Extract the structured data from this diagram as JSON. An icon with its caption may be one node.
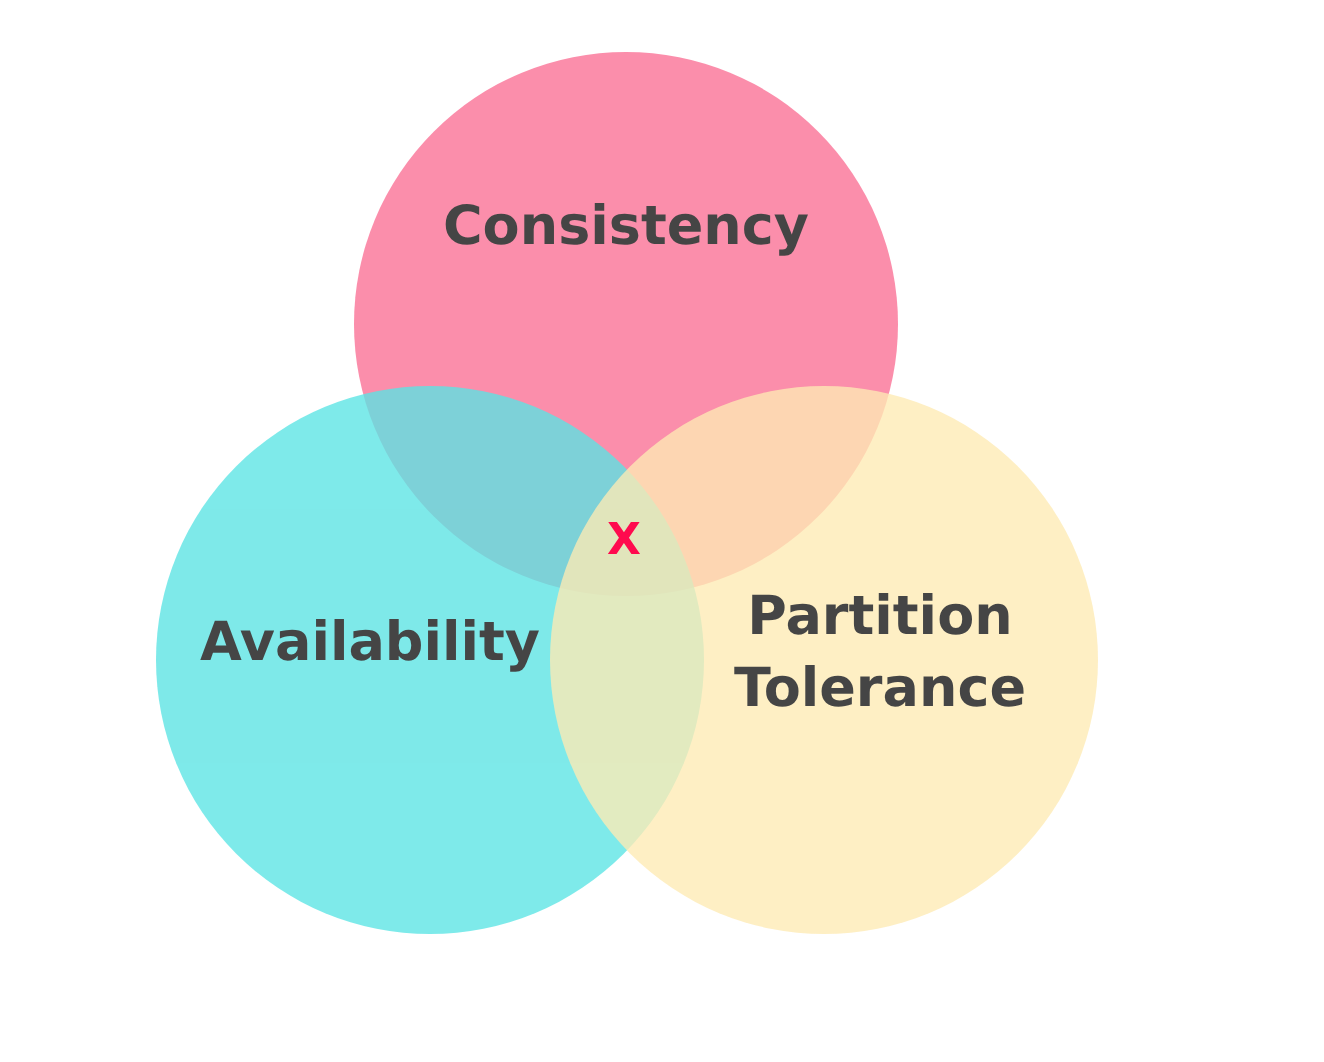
{
  "diagram": {
    "nodes": [
      {
        "text": [
          "Consistency"
        ]
      },
      {
        "text": [
          "Availability"
        ]
      },
      {
        "text": [
          "Partition Tolerance"
        ]
      }
    ],
    "labels": [
      "X"
    ]
  }
}
